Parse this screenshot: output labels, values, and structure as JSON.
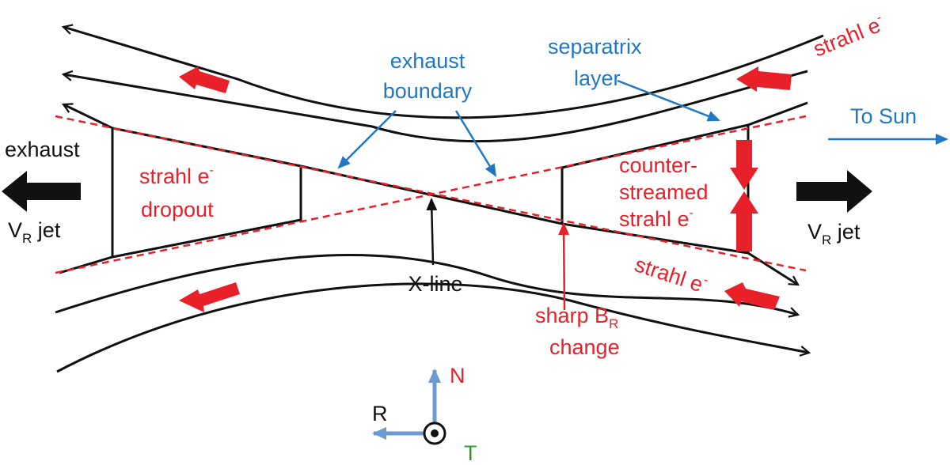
{
  "labels": {
    "exhaust_boundary_1": "exhaust",
    "exhaust_boundary_2": "boundary",
    "separatrix_1": "separatrix",
    "separatrix_2": "layer",
    "to_sun": "To Sun",
    "exhaust_left": "exhaust",
    "vr_jet_left_v": "V",
    "vr_jet_left_sub": "R",
    "vr_jet_left_rest": " jet",
    "vr_jet_right_v": "V",
    "vr_jet_right_sub": "R",
    "vr_jet_right_rest": " jet",
    "strahl_dropout_1": "strahl e",
    "strahl_dropout_sup": "-",
    "strahl_dropout_2": "dropout",
    "counter_1": "counter-",
    "counter_2": "streamed",
    "counter_3": "strahl e",
    "counter_sup": "-",
    "strahl_top": "strahl e",
    "strahl_top_sup": "-",
    "strahl_bottom": "strahl e",
    "strahl_bottom_sup": "-",
    "x_line": "X-line",
    "sharp_br_1": "sharp B",
    "sharp_br_sub": "R",
    "sharp_br_2": "change",
    "axis_n": "N",
    "axis_r": "R",
    "axis_t": "T"
  },
  "colors": {
    "field_line": "#111111",
    "boundary": "#e8202a",
    "annotation": "#1f78c1",
    "axis": "#6b9bd1",
    "t_axis": "#2aa12a"
  }
}
